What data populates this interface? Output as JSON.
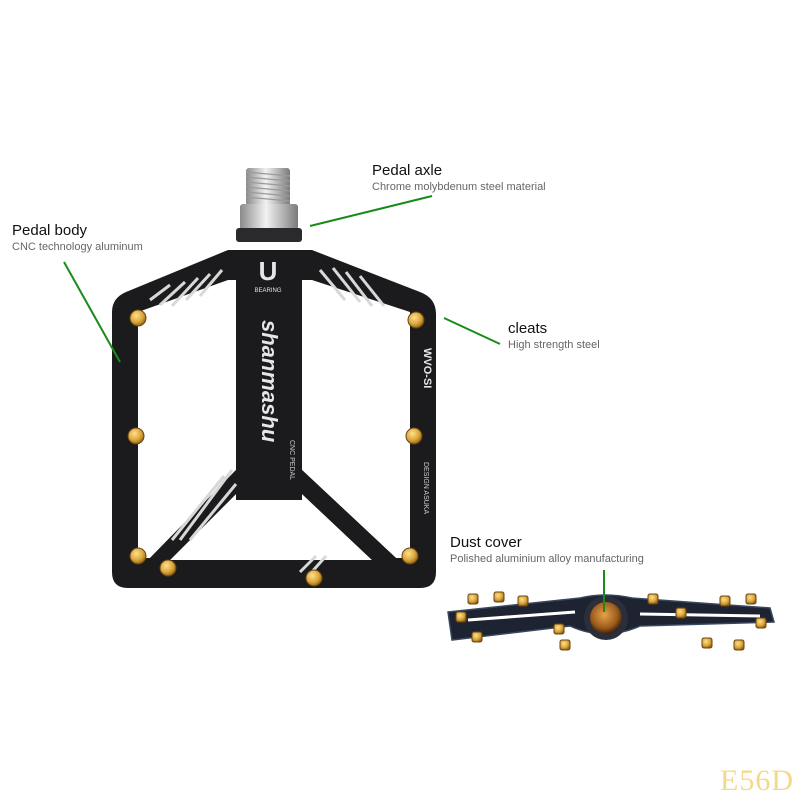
{
  "annotations": {
    "axle": {
      "title": "Pedal axle",
      "subtitle": "Chrome molybdenum steel material"
    },
    "body": {
      "title": "Pedal body",
      "subtitle": "CNC technology aluminum"
    },
    "cleats": {
      "title": "cleats",
      "subtitle": "High strength steel"
    },
    "dust_cover": {
      "title": "Dust cover",
      "subtitle": "Polished aluminium alloy manufacturing"
    }
  },
  "pedal_markings": {
    "logo": "U",
    "bearing": "BEARING",
    "brand": "shanmashu",
    "model": "WVO-SI",
    "design": "DESIGN ASUKA",
    "cnc": "CNC PEDAL"
  },
  "watermark": "E56D",
  "colors": {
    "leader_line": "#1a8a1a",
    "pedal_body": "#1b1b1d",
    "cleat_gold": "#d9a53a",
    "stripe": "#d8d8d8"
  }
}
